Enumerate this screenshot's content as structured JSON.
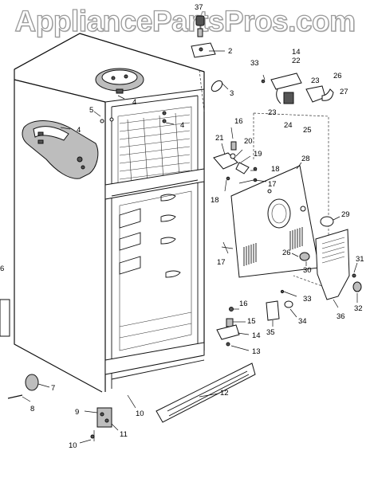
{
  "watermark": "AppliancePartsPros.com",
  "callouts": [
    {
      "id": "c37",
      "text": "37"
    },
    {
      "id": "c2",
      "text": "2"
    },
    {
      "id": "c3",
      "text": "3"
    },
    {
      "id": "c33a",
      "text": "33"
    },
    {
      "id": "c14a",
      "text": "14"
    },
    {
      "id": "c22",
      "text": "22"
    },
    {
      "id": "c26a",
      "text": "26"
    },
    {
      "id": "c23a",
      "text": "23"
    },
    {
      "id": "c27",
      "text": "27"
    },
    {
      "id": "c23b",
      "text": "23"
    },
    {
      "id": "c24",
      "text": "24"
    },
    {
      "id": "c25",
      "text": "25"
    },
    {
      "id": "c4a",
      "text": "4"
    },
    {
      "id": "c5",
      "text": "5"
    },
    {
      "id": "c4b",
      "text": "4"
    },
    {
      "id": "c4c",
      "text": "4"
    },
    {
      "id": "c16a",
      "text": "16"
    },
    {
      "id": "c21",
      "text": "21"
    },
    {
      "id": "c20",
      "text": "20"
    },
    {
      "id": "c19",
      "text": "19"
    },
    {
      "id": "c18a",
      "text": "18"
    },
    {
      "id": "c28",
      "text": "28"
    },
    {
      "id": "c18b",
      "text": "18"
    },
    {
      "id": "c17a",
      "text": "17"
    },
    {
      "id": "c29",
      "text": "29"
    },
    {
      "id": "c17b",
      "text": "17"
    },
    {
      "id": "c26b",
      "text": "26"
    },
    {
      "id": "c30",
      "text": "30"
    },
    {
      "id": "c31",
      "text": "31"
    },
    {
      "id": "c6",
      "text": "6"
    },
    {
      "id": "c33b",
      "text": "33"
    },
    {
      "id": "c32",
      "text": "32"
    },
    {
      "id": "c16b",
      "text": "16"
    },
    {
      "id": "c15",
      "text": "15"
    },
    {
      "id": "c34",
      "text": "34"
    },
    {
      "id": "c35",
      "text": "35"
    },
    {
      "id": "c36",
      "text": "36"
    },
    {
      "id": "c14b",
      "text": "14"
    },
    {
      "id": "c13",
      "text": "13"
    },
    {
      "id": "c7",
      "text": "7"
    },
    {
      "id": "c8",
      "text": "8"
    },
    {
      "id": "c12",
      "text": "12"
    },
    {
      "id": "c10a",
      "text": "10"
    },
    {
      "id": "c9",
      "text": "9"
    },
    {
      "id": "c11",
      "text": "11"
    },
    {
      "id": "c10b",
      "text": "10"
    }
  ]
}
